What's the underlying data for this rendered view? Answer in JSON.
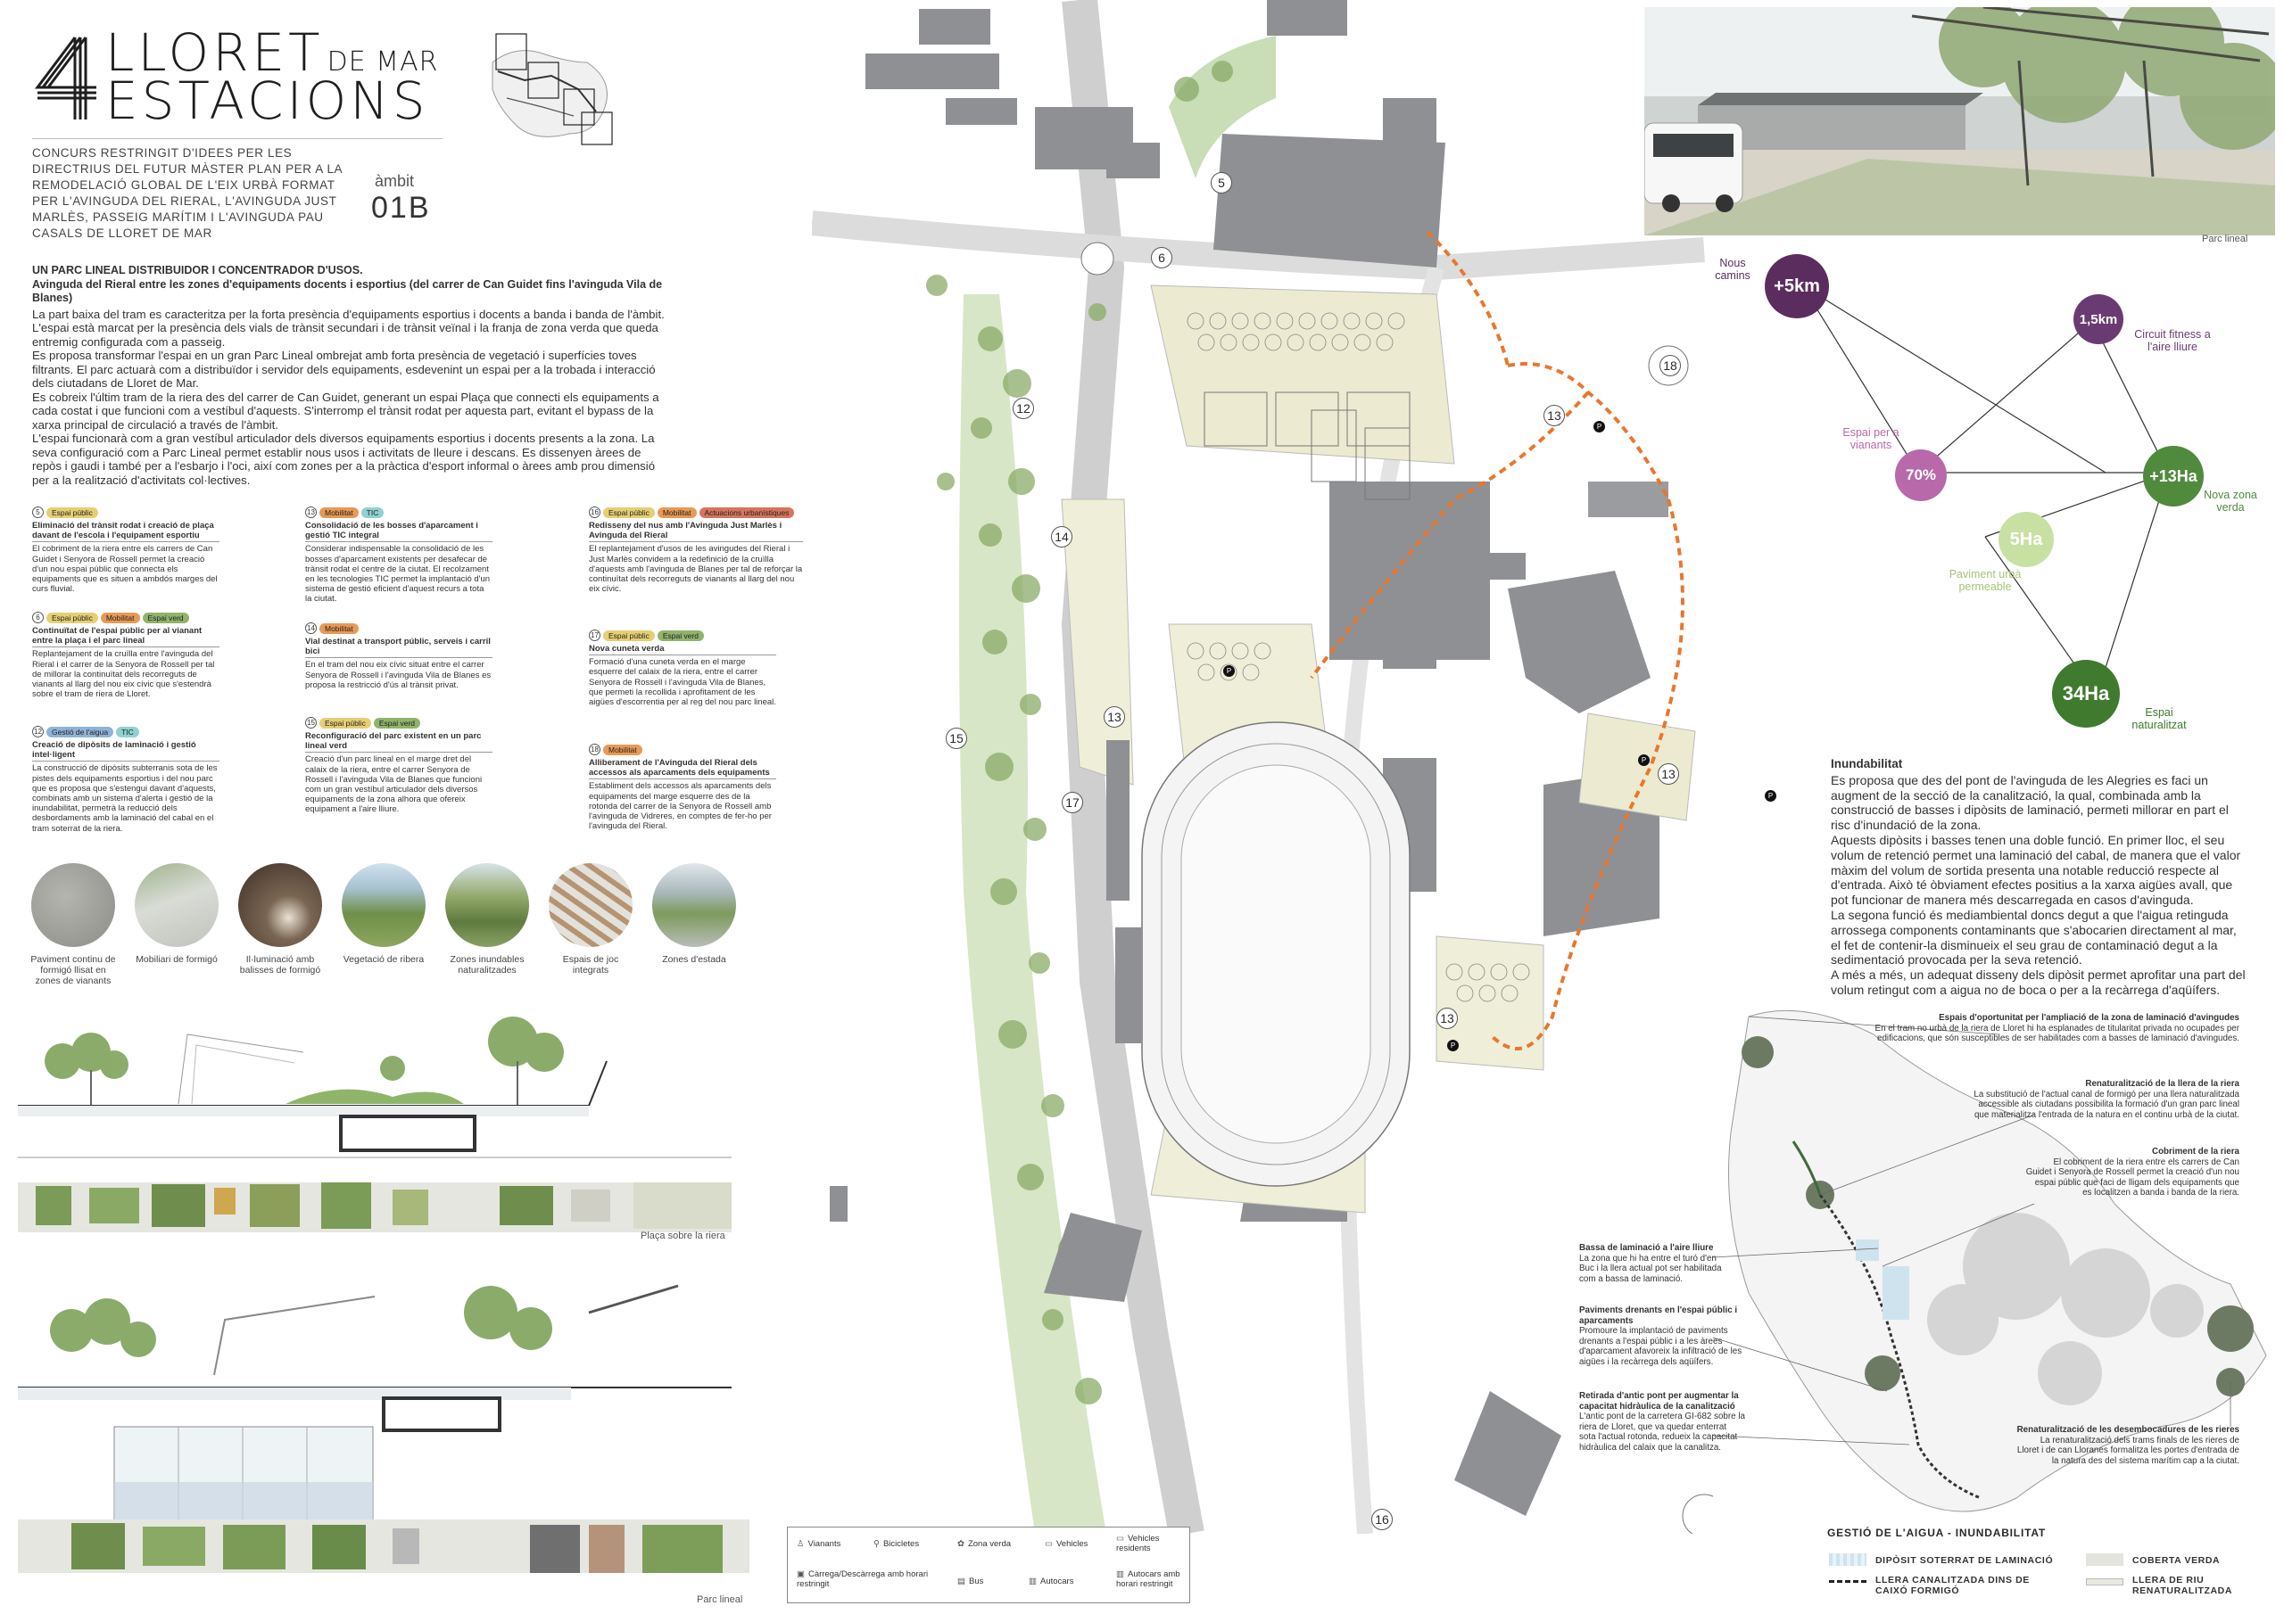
{
  "header": {
    "logo_line1": "LLORET",
    "logo_demar": "DE MAR",
    "logo_line2": "ESTACIONS",
    "contest_text": "Concurs restringit d'idees per les directrius del futur màster plan per a la remodelació global de l'eix urbà format per l'avinguda del Rieral, l'avinguda Just Marlès, passeig marítim i l'avinguda Pau Casals de Lloret de Mar",
    "ambit_label": "àmbit",
    "ambit_code": "01B"
  },
  "intro": {
    "heading": "UN PARC LINEAL DISTRIBUIDOR I CONCENTRADOR D'USOS.",
    "subheading": "Avinguda del Rieral entre les zones d'equipaments docents i esportius (del carrer de Can Guidet fins l'avinguda Vila de Blanes)",
    "p1": "La part baixa del tram es caracteritza per la forta presència d'equipaments esportius i docents a banda i banda de l'àmbit. L'espai està marcat per la presència dels vials de trànsit secundari i de trànsit veïnal i la franja de zona verda que queda entremig configurada com a passeig.",
    "p2": "Es proposa transformar l'espai en un gran Parc Lineal ombrejat amb forta presència de vegetació i superfícies toves filtrants. El parc actuarà com a distribuïdor i servidor dels equipaments, esdevenint un espai per a la trobada i interacció dels ciutadans de Lloret de Mar.",
    "p3": "Es cobreix l'últim tram de la riera des del carrer de Can Guidet, generant un espai Plaça que connecti els equipaments a cada costat i que funcioni com a vestíbul d'aquests. S'interromp el trànsit rodat per aquesta part, evitant el bypass de la xarxa principal de circulació a través de l'àmbit.",
    "p4": "L'espai funcionarà com a gran vestíbul articulador dels diversos equipaments esportius i docents presents a la zona. La seva configuració com a Parc Lineal permet establir nous usos i activitats de lleure i descans. Es dissenyen àrees de repòs i gaudi i també per a l'esbarjo i l'oci, així com zones per a la pràctica d'esport informal o àrees amb prou dimensió per a la realització d'activitats col·lectives."
  },
  "tag_labels": {
    "pub": "Espai públic",
    "mob": "Mobilitat",
    "ver": "Espai verd",
    "tic": "TIC",
    "aig": "Gestió de l'aigua",
    "urb": "Actuacions urbanístiques"
  },
  "interventions": [
    {
      "num": "5",
      "title": "Eliminació del trànsit rodat i creació de plaça davant de l'escola i l'equipament esportiu",
      "text": "El cobriment de la riera entre els carrers de Can Guidet i Senyora de Rossell permet la creació d'un nou espai públic que connecta els equipaments que es situen a ambdós marges del curs fluvial."
    },
    {
      "num": "6",
      "title": "Continuïtat de l'espai públic per al vianant entre la plaça i el parc lineal",
      "text": "Replantejament de la cruïlla entre l'avinguda del Rieral i el carrer de la Senyora de Rossell per tal de millorar la continuïtat dels recorreguts de vianants al llarg del nou eix cívic que s'estendrà sobre el tram de riera de Lloret."
    },
    {
      "num": "12",
      "title": "Creació de dipòsits de laminació i gestió intel·ligent",
      "text": "La construcció de dipòsits subterranis sota de les pistes dels equipaments esportius i del nou parc que es proposa que s'estengui davant d'aquests, combinats amb un sistema d'alerta i gestió de la inundabilitat, permetrà la reducció dels desbordaments amb la laminació del cabal en el tram soterrat de la riera."
    },
    {
      "num": "13",
      "title": "Consolidació de les bosses d'aparcament i gestió TIC integral",
      "text": "Considerar indispensable la consolidació de les bosses d'aparcament existents per desafecar de trànsit rodat el centre de la ciutat. El recolzament en les tecnologies TIC permet la implantació d'un sistema de gestió eficient d'aquest recurs a tota la ciutat."
    },
    {
      "num": "14",
      "title": "Vial destinat a transport públic, serveis i carril bici",
      "text": "En el tram del nou eix cívic situat entre el carrer Senyora de Rossell i l'avinguda Vila de Blanes es proposa la restricció d'ús al trànsit privat."
    },
    {
      "num": "15",
      "title": "Reconfiguració del parc existent en un parc lineal verd",
      "text": "Creació d'un parc lineal en el marge dret del calaix de la riera, entre el carrer Senyora de Rossell i l'avinguda Vila de Blanes que funcioni com un gran vestíbul articulador dels diversos equipaments de la zona alhora que ofereix equipament a l'aire lliure."
    },
    {
      "num": "16",
      "title": "Redisseny del nus amb l'Avinguda Just Marlès i Avinguda del Rieral",
      "text": "El replantejament d'usos de les avingudes del Rieral i Just Marlès convidem a la redefinició de la cruïlla d'aquests amb l'avinguda de Blanes per tal de reforçar la continuïtat dels recorreguts de vianants al llarg del nou eix cívic."
    },
    {
      "num": "17",
      "title": "Nova cuneta verda",
      "text": "Formació d'una cuneta verda en el marge esquerre del calaix de la riera, entre el carrer Senyora de Rossell i l'avinguda Vila de Blanes, que permeti la recollida i aprofitament de les aigües d'escorrentia per al reg del nou parc lineal."
    },
    {
      "num": "18",
      "title": "Alliberament de l'Avinguda del Rieral dels accessos als aparcaments dels equipaments",
      "text": "Establiment dels accessos als aparcaments dels equipaments del marge esquerre des de la rotonda del carrer de la Senyora de Rossell amb l'avinguda de Vidreres, en comptes de fer-ho per l'avinguda del Rieral."
    }
  ],
  "materials": [
    {
      "label": "Paviment continu de formigó llisat en zones de vianants",
      "color": "#9a9a96"
    },
    {
      "label": "Mobiliari de formigó",
      "color": "#c6c9c2"
    },
    {
      "label": "Il·luminació amb balisses de formigó",
      "color": "#5c4b3c"
    },
    {
      "label": "Vegetació de ribera",
      "color": "#7f9f5c"
    },
    {
      "label": "Zones inundables naturalitzades",
      "color": "#6f8b4c"
    },
    {
      "label": "Espais de joc integrats",
      "color": "#a98a6a"
    },
    {
      "label": "Zones d'estada",
      "color": "#8aa2a8"
    }
  ],
  "sections": {
    "caption1": "Plaça sobre la riera",
    "caption2": "Parc lineal"
  },
  "plan_labels": [
    "5",
    "6",
    "12",
    "13",
    "13",
    "13",
    "13",
    "14",
    "15",
    "16",
    "17",
    "18"
  ],
  "parking_symbol": "P",
  "legend": {
    "vianants": "Vianants",
    "bicicletes": "Bicicletes",
    "zona_verda": "Zona verda",
    "vehicles": "Vehicles",
    "vehicles_residents": "Vehicles residents",
    "carrega": "Càrrega/Descàrrega amb horari restringit",
    "bus": "Bus",
    "autocars": "Autocars",
    "autocars_horari": "Autocars amb horari restringit"
  },
  "photo_caption": "Parc lineal",
  "stats": [
    {
      "value": "+5km",
      "label": "Nous camins",
      "color": "#5a2d5e"
    },
    {
      "value": "1,5km",
      "label": "Circuit fitness a l'aire lliure",
      "color": "#6a3b72"
    },
    {
      "value": "70%",
      "label": "Espai per a vianants",
      "color": "#b869a9"
    },
    {
      "value": "+13Ha",
      "label": "Nova zona verda",
      "color": "#4f8a3d"
    },
    {
      "value": "5Ha",
      "label": "Paviment urbà permeable",
      "color": "#c9e0a3"
    },
    {
      "value": "34Ha",
      "label": "Espai naturalitzat",
      "color": "#3f7a2f"
    }
  ],
  "inundabilitat": {
    "title": "Inundabilitat",
    "p1": "Es proposa que des del pont de l'avinguda de les Alegries es faci un augment de la secció de la canalització, la qual, combinada amb la construcció de basses i dipòsits de laminació, permeti millorar en part el risc d'inundació de la zona.",
    "p2": "Aquests dipòsits i basses tenen una doble funció. En primer lloc, el seu volum de retenció permet una laminació del cabal, de manera que el valor màxim del volum de sortida presenta una notable reducció respecte al d'entrada. Això té òbviament efectes positius a la xarxa aigües avall, que pot funcionar de manera més descarregada en casos d'avinguda.",
    "p3": "La segona funció és mediambiental doncs degut a que l'aigua retinguda arrossega components contaminants que s'abocarien directament al mar, el fet de contenir-la disminueix el seu grau de contaminació degut a la sedimentació provocada per la seva retenció.",
    "p4": "A més a més, un adequat disseny dels dipòsit permet aprofitar una part del volum retingut com a aigua no de boca o per a la recàrrega d'aqüífers."
  },
  "annotations": [
    {
      "title": "Espais d'oportunitat per l'ampliació de la zona de laminació d'avingudes",
      "text": "En el tram no urbà de la riera de Lloret hi ha esplanades de titularitat privada no ocupades per edificacions, que són susceptibles de ser habilitades com a basses de laminació d'avingudes."
    },
    {
      "title": "Renaturalització de la llera de la riera",
      "text": "La substitució de l'actual canal de formigó per una llera naturalitzada accessible als ciutadans possibilita la formació d'un gran parc lineal que materialitza l'entrada de la natura en el continu urbà de la ciutat."
    },
    {
      "title": "Cobriment de la riera",
      "text": "El cobriment de la riera entre els carrers de Can Guidet i Senyora de Rossell permet la creació d'un nou espai públic que faci de lligam dels equipaments que es localitzen a banda i banda de la riera."
    },
    {
      "title": "Bassa de laminació a l'aire lliure",
      "text": "La zona que hi ha entre el turó d'en Buc i la llera actual pot ser habilitada com a bassa de laminació."
    },
    {
      "title": "Paviments drenants en l'espai públic i aparcaments",
      "text": "Promoure la implantació de paviments drenants a l'espai públic i a les àrees d'aparcament afavoreix la infiltració de les aigües i la recàrrega dels aqüífers."
    },
    {
      "title": "Retirada d'antic pont per augmentar la capacitat hidràulica de la canalització",
      "text": "L'antic pont de la carretera GI-682 sobre la riera de Lloret, que va quedar enterrat sota l'actual rotonda, redueix la capacitat hidràulica del calaix que la canalitza."
    },
    {
      "title": "Renaturalització de les desembocadures de les rieres",
      "text": "La renaturalització dels trams finals de les rieres de Lloret i de can Lloranes formalitza les portes d'entrada de la natura des del sistema marítim cap a la ciutat."
    }
  ],
  "water_legend": {
    "title": "GESTIÓ DE L'AIGUA - INUNDABILITAT",
    "diposit": "DIPÒSIT SOTERRAT DE LAMINACIÓ",
    "coberta": "COBERTA VERDA",
    "llera_canal": "LLERA CANALITZADA DINS DE CAIXÓ FORMIGÓ",
    "llera_ren": "LLERA DE RIU RENATURALITZADA"
  },
  "colors": {
    "orange_path": "#e8772e",
    "green_tree": "#7c9f5b",
    "building_grey": "#8e9093",
    "paving_yellow": "#e8e4c0"
  }
}
